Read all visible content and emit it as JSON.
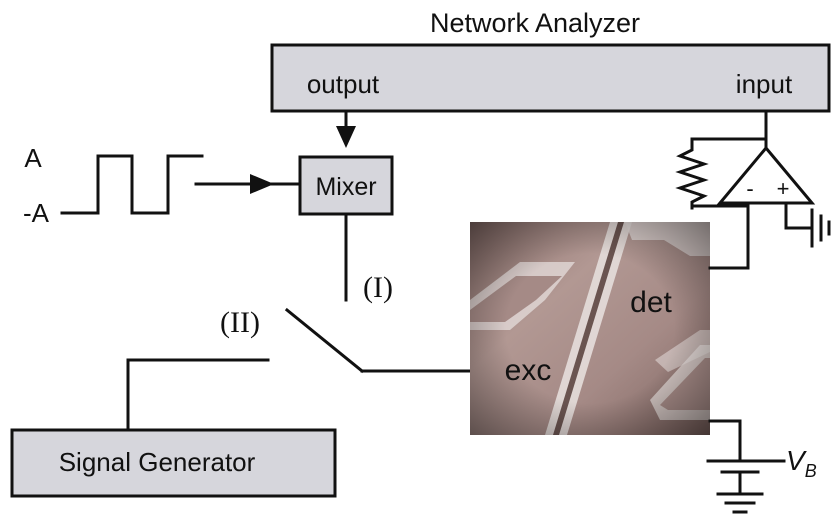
{
  "colors": {
    "box_fill": "#d6d6dc",
    "line": "#111111",
    "sem_base": "#a58a86",
    "sem_light": "#e6dedc",
    "sem_dark": "#4a3a38"
  },
  "title": "Network Analyzer",
  "network_analyzer": {
    "output_label": "output",
    "input_label": "input"
  },
  "mixer_label": "Mixer",
  "square_wave": {
    "high_label": "A",
    "low_label": "-A"
  },
  "switch": {
    "position_1_label": "(I)",
    "position_2_label": "(II)"
  },
  "signal_generator_label": "Signal Generator",
  "device": {
    "exc_label": "exc",
    "det_label": "det"
  },
  "amplifier": {
    "minus_sign": "-",
    "plus_sign": "+"
  },
  "bias": {
    "symbol": "V",
    "subscript": "B"
  },
  "icons": [
    "square-wave-icon",
    "resistor-icon",
    "op-amp-icon",
    "ground-icon",
    "battery-icon",
    "arrow-icon"
  ]
}
